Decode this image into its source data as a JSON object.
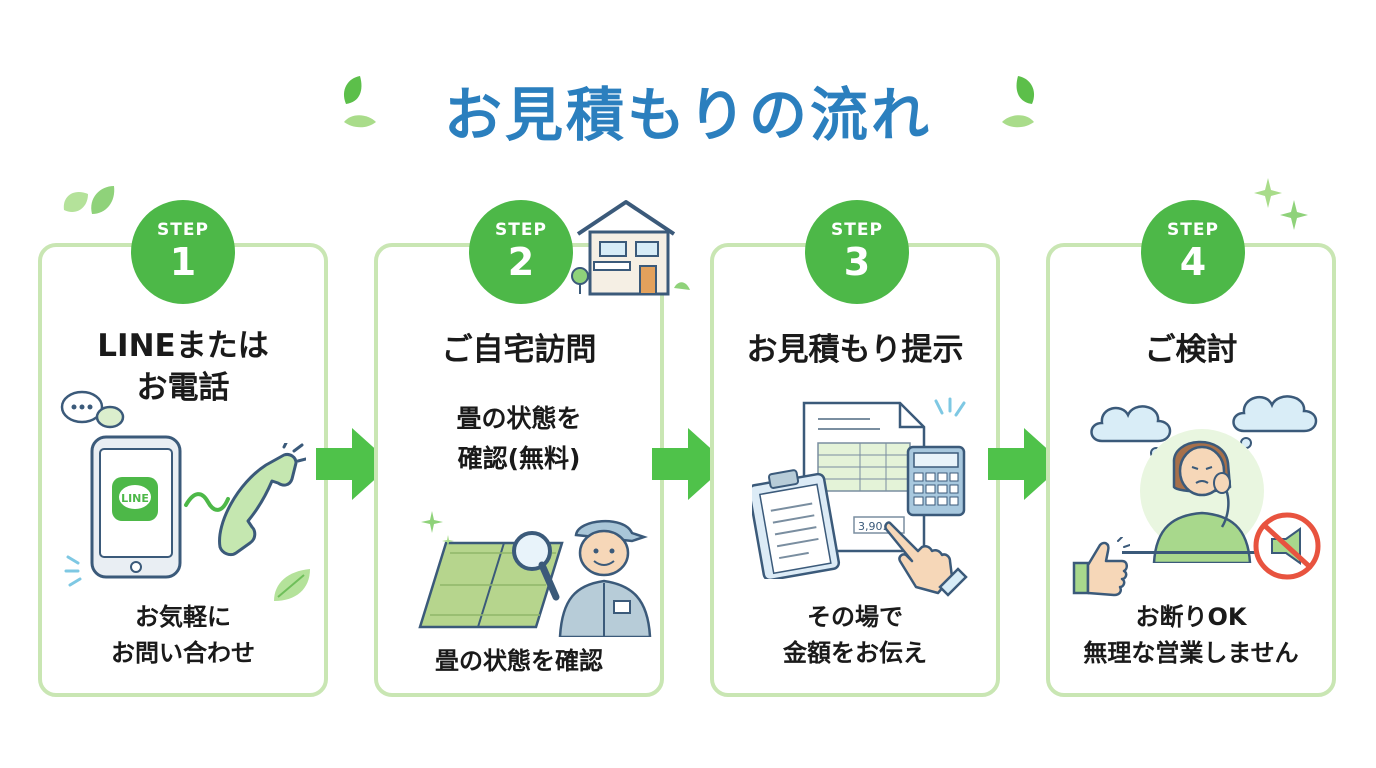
{
  "title": "お見積もりの流れ",
  "colors": {
    "title": "#2b7fbe",
    "badge": "#4db848",
    "border": "#c9e6b3",
    "arrow": "#4fc24a"
  },
  "steps": [
    {
      "badge_label": "STEP",
      "number": "1",
      "heading_lines": [
        "LINEまたは",
        "お電話"
      ],
      "footer_lines": [
        "お気軽に",
        "お問い合わせ"
      ],
      "phone_logo_text": "LINE"
    },
    {
      "badge_label": "STEP",
      "number": "2",
      "heading_lines": [
        "ご自宅訪問"
      ],
      "detail_lines": [
        "畳の状態を",
        "確認(無料)"
      ],
      "footer_lines": [
        "畳の状態を確認"
      ]
    },
    {
      "badge_label": "STEP",
      "number": "3",
      "heading_lines": [
        "お見積もり提示"
      ],
      "document_amount": "3,90…",
      "footer_lines": [
        "その場で",
        "金額をお伝え"
      ]
    },
    {
      "badge_label": "STEP",
      "number": "4",
      "heading_lines": [
        "ご検討"
      ],
      "footer_lines": [
        "お断りOK",
        "無理な営業しません"
      ]
    }
  ]
}
